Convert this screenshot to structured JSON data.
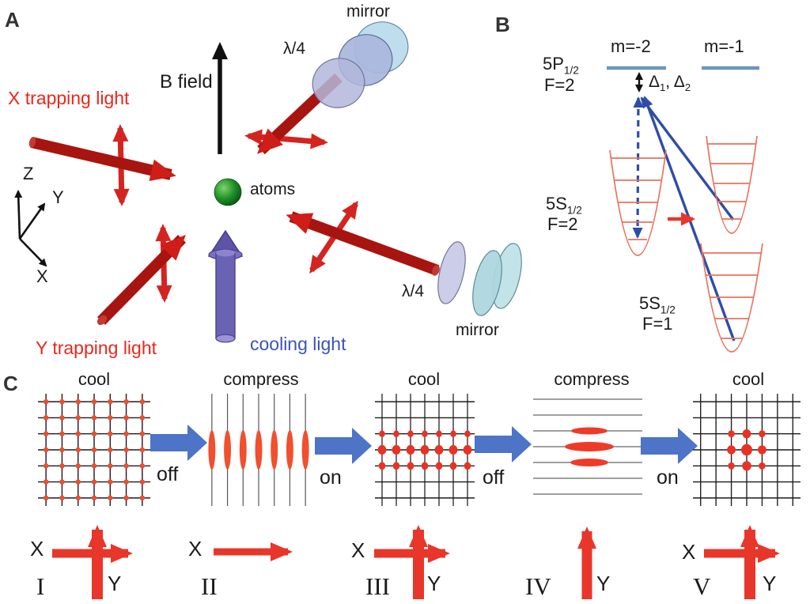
{
  "figure": {
    "panel_a": {
      "label": "A",
      "b_field": "B field",
      "x_trapping_light": "X trapping light",
      "y_trapping_light": "Y trapping light",
      "cooling_light": "cooling light",
      "atoms": "atoms",
      "mirror_top": "mirror",
      "mirror_bottom": "mirror",
      "quarter_waveplate_top": "λ/4",
      "quarter_waveplate_bottom": "λ/4",
      "axes": {
        "z": "Z",
        "y": "Y",
        "x": "X"
      }
    },
    "panel_b": {
      "label": "B",
      "m_state_left": "m=-2",
      "m_state_right": "m=-1",
      "excited_level": {
        "base": "5P",
        "sub": "1/2",
        "f": "F=2"
      },
      "detunings": {
        "delta1_base": "Δ",
        "delta1_sub": "1",
        "separator": ", Δ",
        "delta2_sub": "2"
      },
      "ground_f2_level": {
        "base": "5S",
        "sub": "1/2",
        "f": "F=2"
      },
      "ground_f1_level": {
        "base": "5S",
        "sub": "1/2",
        "f": "F=1"
      }
    },
    "panel_c": {
      "label": "C",
      "stages": [
        {
          "numeral": "I",
          "phase": "cool",
          "x_label": "X",
          "y_label": "Y",
          "description": "2D lattice on, atoms at all sites"
        },
        {
          "numeral": "II",
          "phase": "compress",
          "x_label": "X",
          "description": "Y lattice off, atoms compressed into columns"
        },
        {
          "numeral": "III",
          "phase": "cool",
          "x_label": "X",
          "y_label": "Y",
          "description": "2D lattice on, atoms in three middle rows"
        },
        {
          "numeral": "IV",
          "phase": "compress",
          "y_label": "Y",
          "description": "X lattice off, atoms compressed toward center"
        },
        {
          "numeral": "V",
          "phase": "cool",
          "x_label": "X",
          "y_label": "Y",
          "description": "2D lattice on, atoms in central 3x3 sites"
        }
      ],
      "transitions": [
        {
          "label": "off"
        },
        {
          "label": "on"
        },
        {
          "label": "off"
        },
        {
          "label": "on"
        }
      ]
    },
    "colors": {
      "beam_red": "#a81410",
      "arrow_red": "#e8362a",
      "dot_red": "#ee4130",
      "well_orange": "#e8735c",
      "level_blue": "#6e96b8",
      "transition_blue": "#2f4da8",
      "block_arrow_blue": "#4d74c6",
      "cooling_purple": "#6b62b4",
      "atoms_green": "#2e9e35"
    }
  }
}
